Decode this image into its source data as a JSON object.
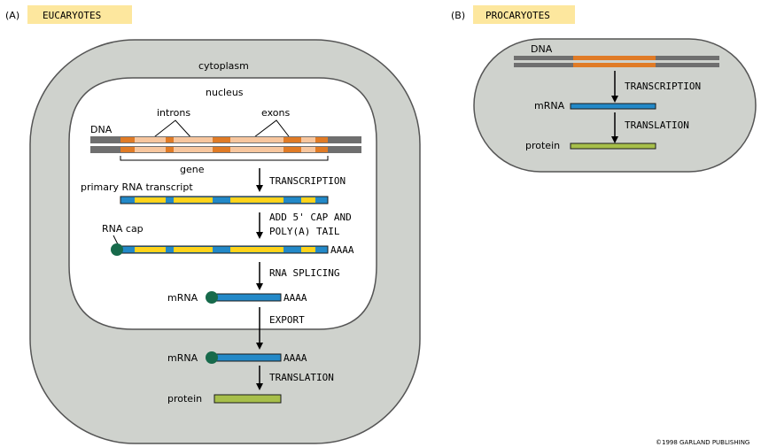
{
  "colors": {
    "cell_fill": "#cfd2cd",
    "nucleus_fill": "#ffffff",
    "label_box": "#fde79e",
    "dna_gray": "#6f6f6f",
    "exon_orange": "#e07b26",
    "intron_peach": "#f7c69e",
    "rna_blue": "#2389c8",
    "rna_yellow": "#ffd31a",
    "cap_green": "#176a4b",
    "protein_green": "#a7bf4a"
  },
  "panel_a": {
    "letter": "(A)",
    "title": "EUCARYOTES",
    "cytoplasm": "cytoplasm",
    "nucleus": "nucleus",
    "dna": "DNA",
    "introns": "introns",
    "exons": "exons",
    "gene": "gene",
    "primary_transcript": "primary RNA transcript",
    "rna_cap": "RNA cap",
    "mrna_1": "mRNA",
    "mrna_2": "mRNA",
    "protein": "protein",
    "tail_1": "AAAA",
    "tail_2": "AAAA",
    "tail_3": "AAAA",
    "step_transcription": "TRANSCRIPTION",
    "step_cap_line1": "ADD 5' CAP AND",
    "step_cap_line2": "POLY(A) TAIL",
    "step_splicing": "RNA SPLICING",
    "step_export": "EXPORT",
    "step_translation": "TRANSLATION"
  },
  "panel_b": {
    "letter": "(B)",
    "title": "PROCARYOTES",
    "dna": "DNA",
    "mrna": "mRNA",
    "protein": "protein",
    "step_transcription": "TRANSCRIPTION",
    "step_translation": "TRANSLATION"
  },
  "copyright": "©1998 GARLAND PUBLISHING"
}
